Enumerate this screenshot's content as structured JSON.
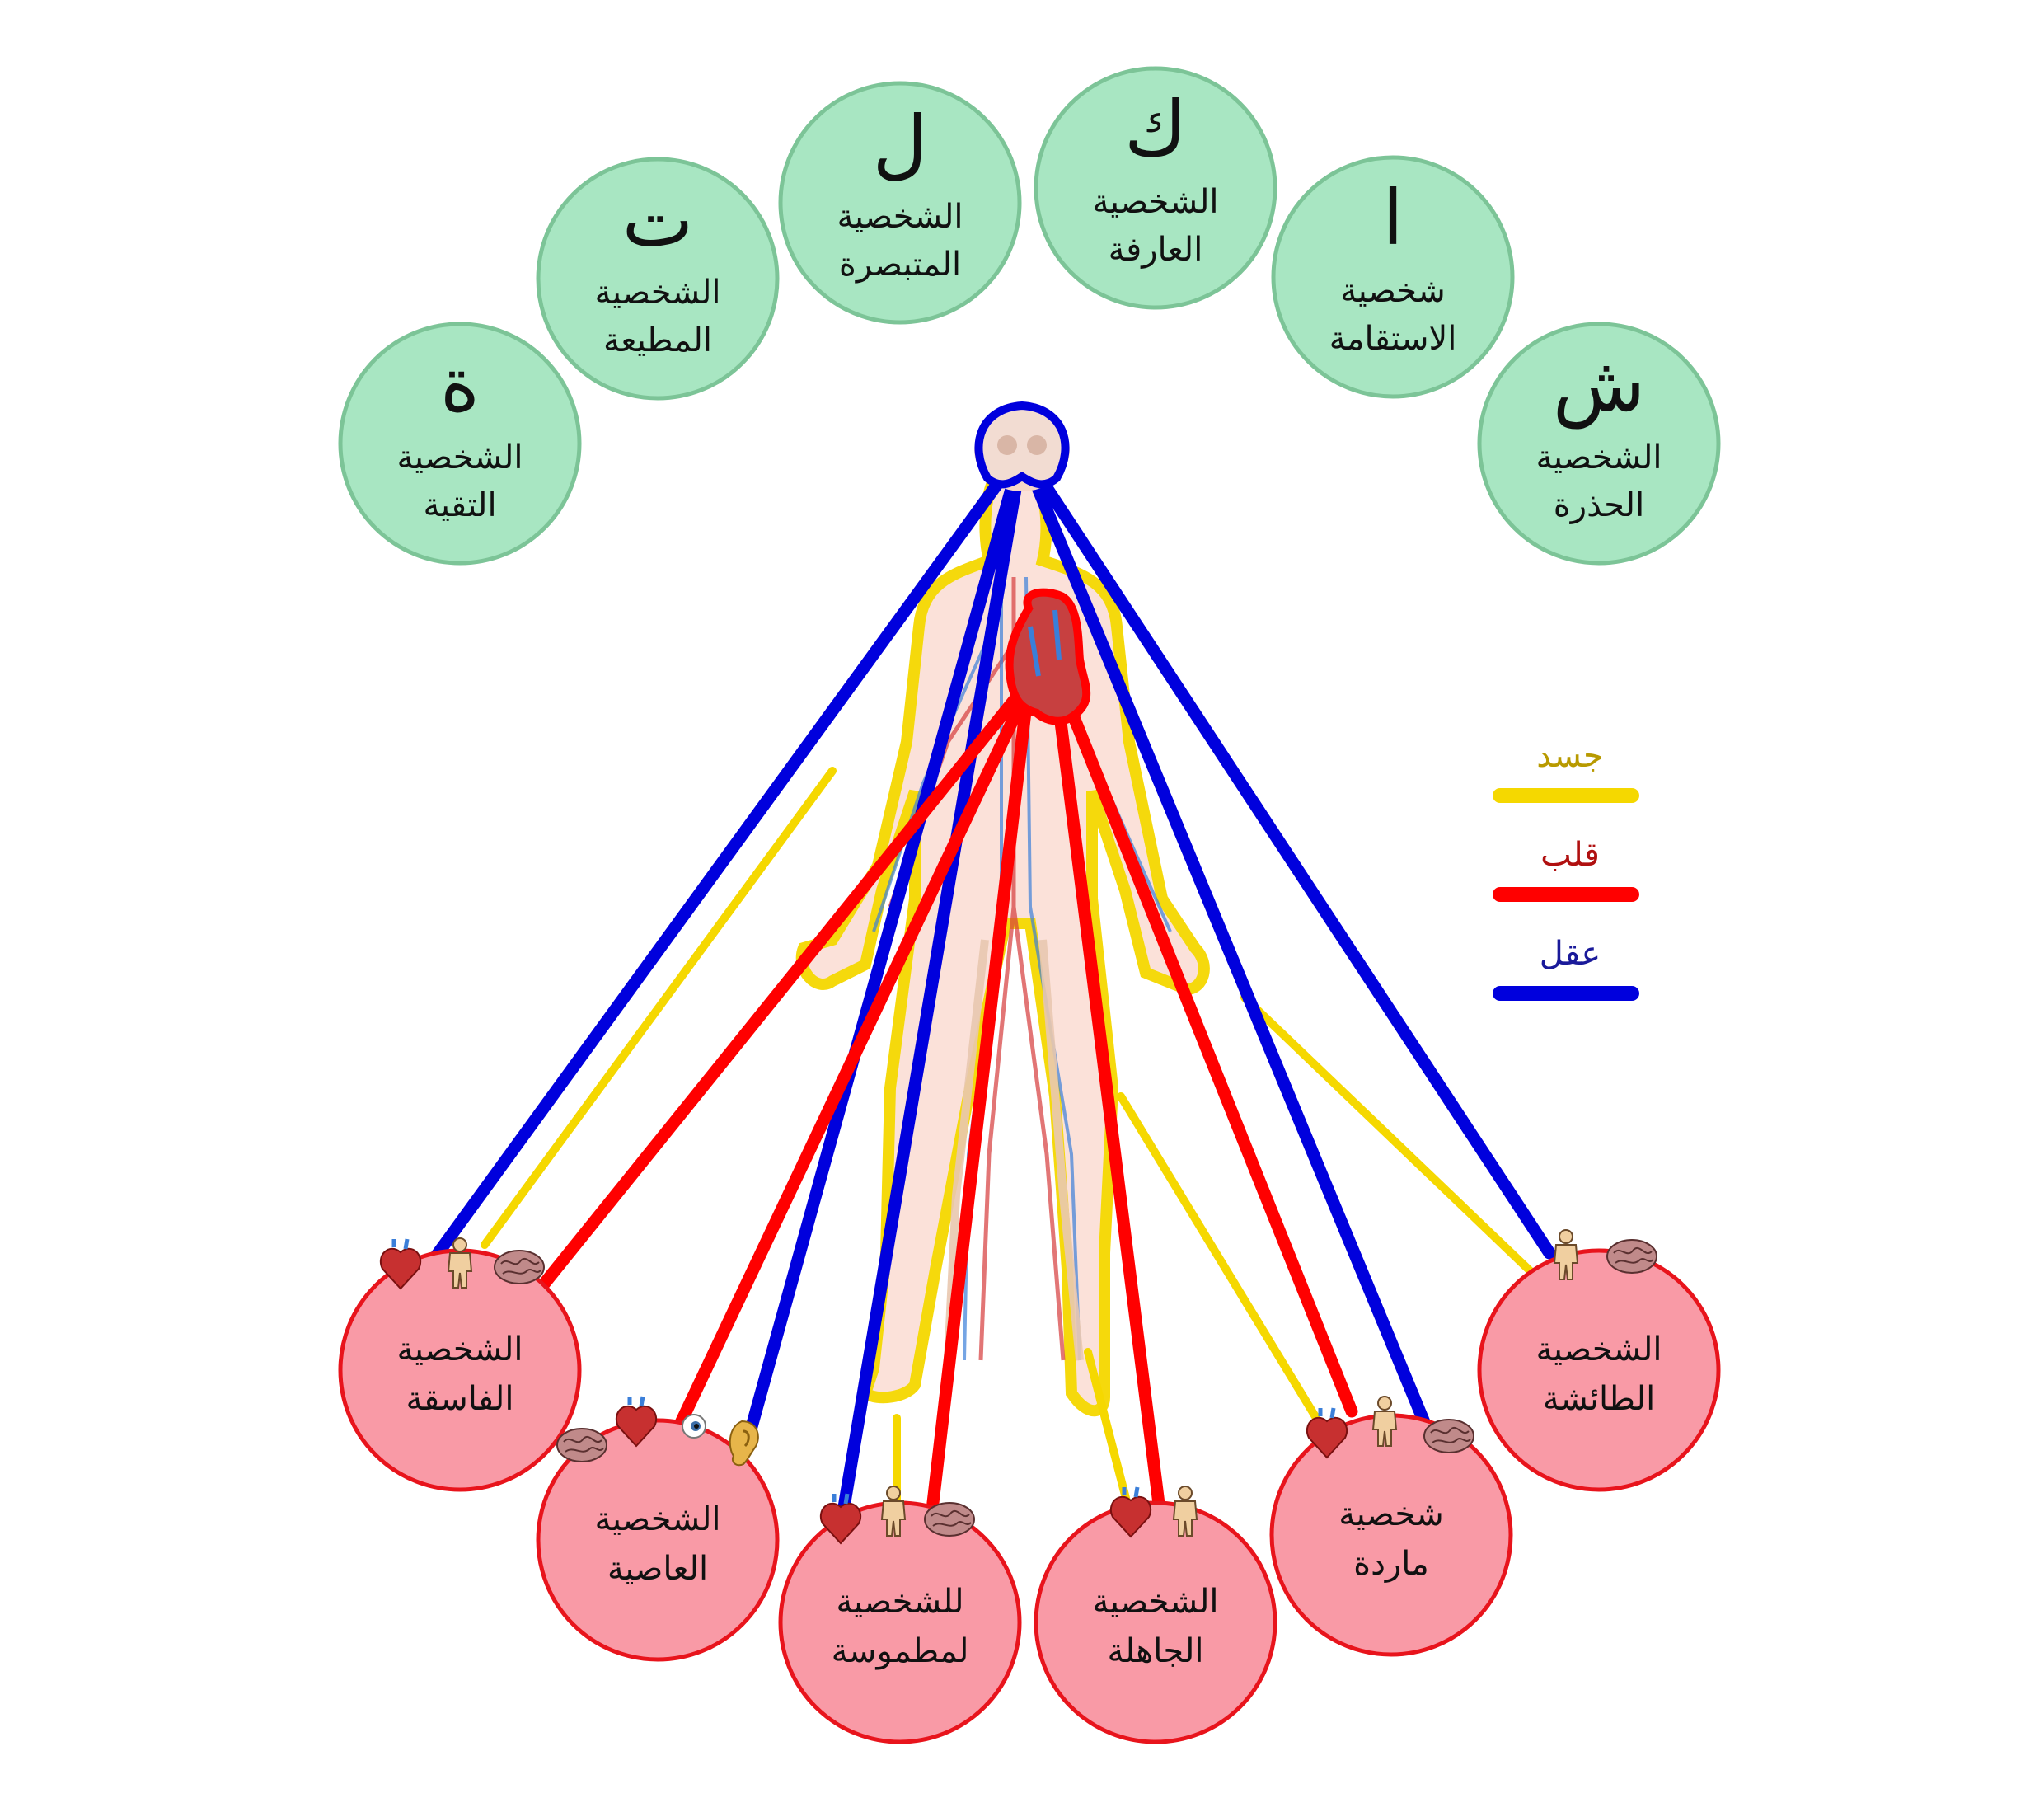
{
  "colors": {
    "body": "#f5d800",
    "heart": "#ff0000",
    "mind": "#0000dd",
    "green_fill": "#a8e6c2",
    "green_stroke": "#7cc497",
    "red_fill": "#f99aa6",
    "red_stroke": "#e8141c"
  },
  "legend": [
    {
      "label": "جسد",
      "color_key": "body",
      "text_color": "#b89a00"
    },
    {
      "label": "قلب",
      "color_key": "heart",
      "text_color": "#b01010"
    },
    {
      "label": "عقل",
      "color_key": "mind",
      "text_color": "#1a1a9a"
    }
  ],
  "top_circles": [
    {
      "letter": "ة",
      "line1": "الشخصية",
      "line2": "التقية"
    },
    {
      "letter": "ت",
      "line1": "الشخصية",
      "line2": "المطيعة"
    },
    {
      "letter": "ل",
      "line1": "الشخصية",
      "line2": "المتبصرة"
    },
    {
      "letter": "ك",
      "line1": "الشخصية",
      "line2": "العارفة"
    },
    {
      "letter": "ا",
      "line1": "شخصية",
      "line2": "الاستقامة"
    },
    {
      "letter": "ش",
      "line1": "الشخصية",
      "line2": "الحذرة"
    }
  ],
  "bottom_circles": [
    {
      "line1": "الشخصية",
      "line2": "الفاسقة",
      "icons": [
        "heart-icon",
        "person-icon",
        "brain-icon"
      ]
    },
    {
      "line1": "الشخصية",
      "line2": "العاصية",
      "icons": [
        "brain-icon",
        "heart-icon",
        "eye-icon",
        "ear-icon"
      ]
    },
    {
      "line1": "للشخصية",
      "line2": "لمطموسة",
      "icons": [
        "heart-icon",
        "person-icon",
        "brain-icon"
      ]
    },
    {
      "line1": "الشخصية",
      "line2": "الجاهلة",
      "icons": [
        "heart-icon",
        "person-icon"
      ]
    },
    {
      "line1": "شخصية",
      "line2": "ماردة",
      "icons": [
        "heart-icon",
        "person-icon",
        "brain-icon"
      ]
    },
    {
      "line1": "الشخصية",
      "line2": "الطائشة",
      "icons": [
        "person-icon",
        "brain-icon"
      ]
    }
  ],
  "center_figure": {
    "name": "human-anatomy-figure"
  }
}
